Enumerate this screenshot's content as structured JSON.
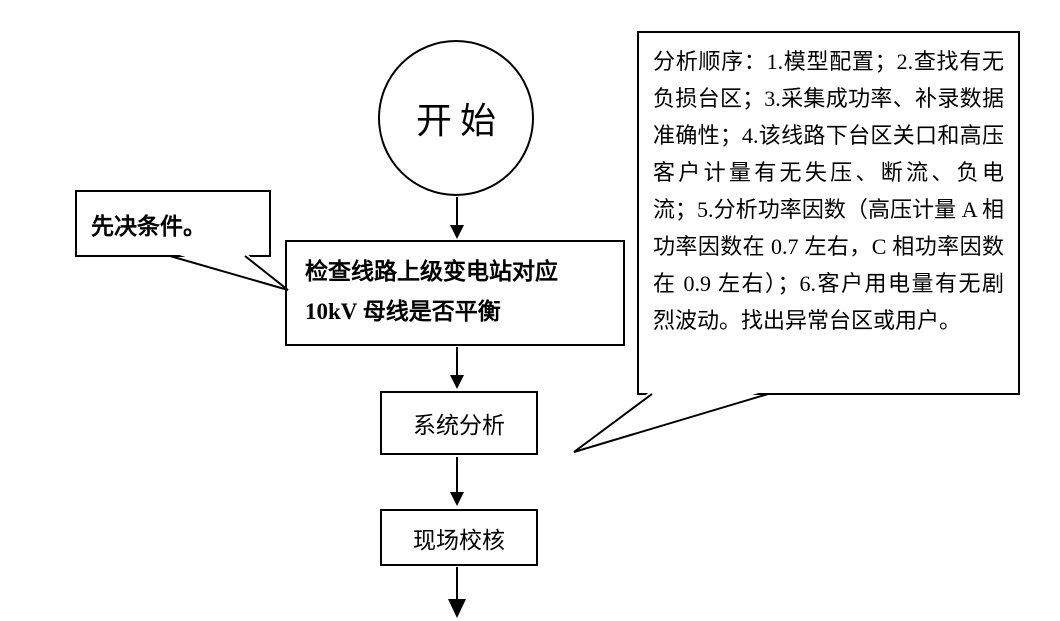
{
  "diagram": {
    "start": {
      "label": "开始"
    },
    "prereq_callout": {
      "label": "先决条件。"
    },
    "step1": {
      "line1": "检查线路上级变电站对应",
      "line2": "10kV 母线是否平衡"
    },
    "step2": {
      "label": "系统分析"
    },
    "step3": {
      "label": "现场校核"
    },
    "analysis_callout": {
      "text": "分析顺序：1.模型配置；2.查找有无负损台区；3.采集成功率、补录数据准确性；4.该线路下台区关口和高压客户计量有无失压、断流、负电流；5.分析功率因数（高压计量 A 相功率因数在 0.7 左右，C 相功率因数在 0.9 左右）；6.客户用电量有无剧烈波动。找出异常台区或用户。"
    },
    "colors": {
      "stroke": "#000000",
      "background": "#ffffff"
    }
  }
}
